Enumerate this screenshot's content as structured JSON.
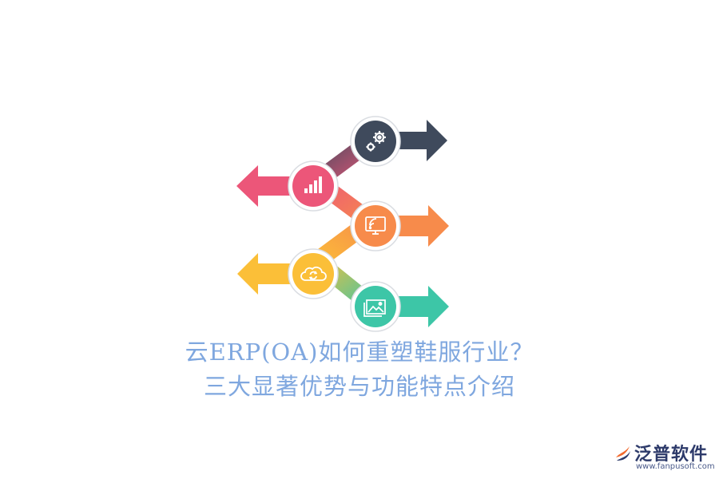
{
  "title": {
    "line1": "云ERP(OA)如何重塑鞋服行业？",
    "line2": "三大显著优势与功能特点介绍"
  },
  "brand": {
    "name": "泛普软件",
    "url": "www.fanpusoft.com"
  },
  "steps": [
    {
      "icon": "gears-icon",
      "direction": "right",
      "color": "#3f4a5c"
    },
    {
      "icon": "bar-chart-icon",
      "direction": "left",
      "color": "#ec5679"
    },
    {
      "icon": "screen-share-icon",
      "direction": "right",
      "color": "#f78b4b"
    },
    {
      "icon": "cloud-sync-icon",
      "direction": "left",
      "color": "#fbbf38"
    },
    {
      "icon": "picture-icon",
      "direction": "right",
      "color": "#3dc6a7"
    }
  ]
}
